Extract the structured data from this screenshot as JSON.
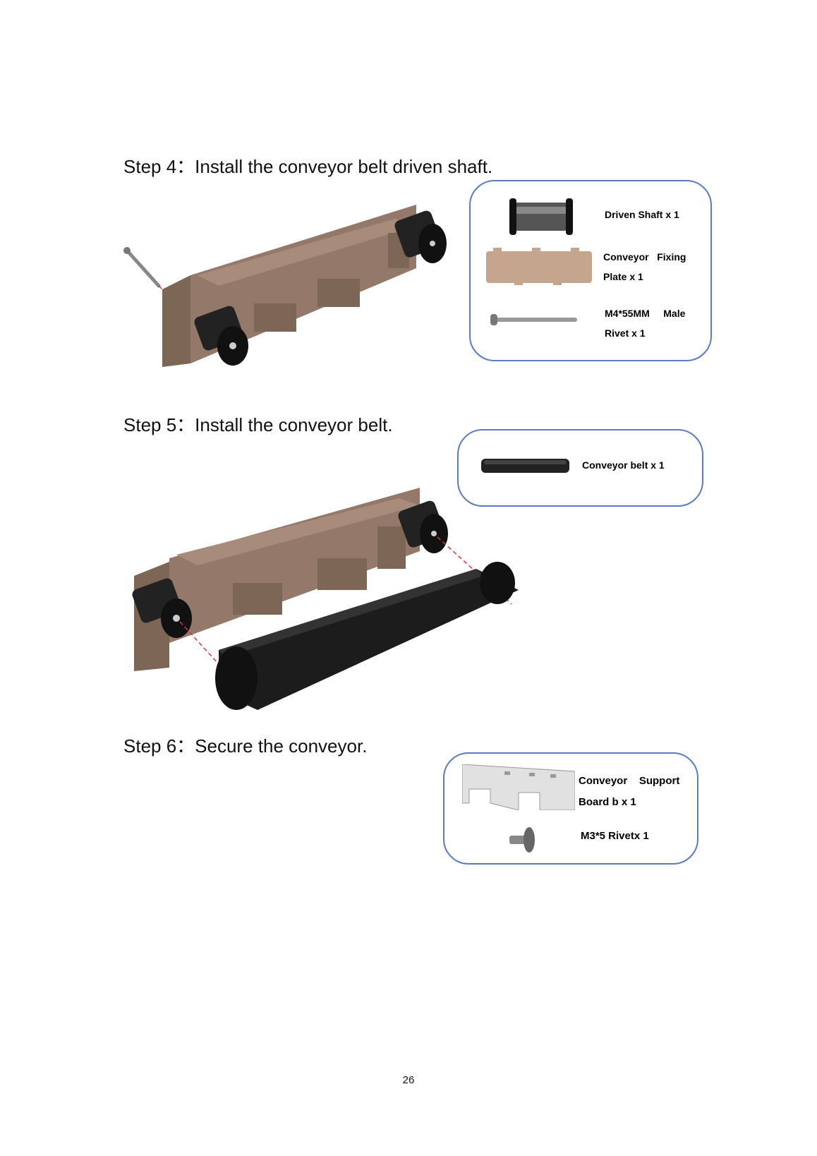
{
  "steps": [
    {
      "title": "Step 4：Install the conveyor belt driven shaft."
    },
    {
      "title": "Step 5：Install the conveyor belt."
    },
    {
      "title": "Step 6：Secure the conveyor."
    }
  ],
  "parts": {
    "step4": [
      {
        "icon": "driven-shaft-icon",
        "label_line1": "Driven Shaft x 1",
        "label_line2": ""
      },
      {
        "icon": "fixing-plate-icon",
        "label_line1": "Conveyor   Fixing",
        "label_line2": "Plate x 1"
      },
      {
        "icon": "male-rivet-icon",
        "label_line1": "M4*55MM     Male",
        "label_line2": "Rivet x 1"
      }
    ],
    "step5": [
      {
        "icon": "conveyor-belt-icon",
        "label_line1": "Conveyor belt x 1"
      }
    ],
    "step6": [
      {
        "icon": "support-board-icon",
        "label_line1": "Conveyor    Support",
        "label_line2": "Board b x 1"
      },
      {
        "icon": "rivet-icon",
        "label_line1": "M3*5 Rivetx 1"
      }
    ]
  },
  "colors": {
    "box_border": "#5b7bc4",
    "wood": "#8a7060",
    "roller": "#222222"
  },
  "page_number": "26"
}
